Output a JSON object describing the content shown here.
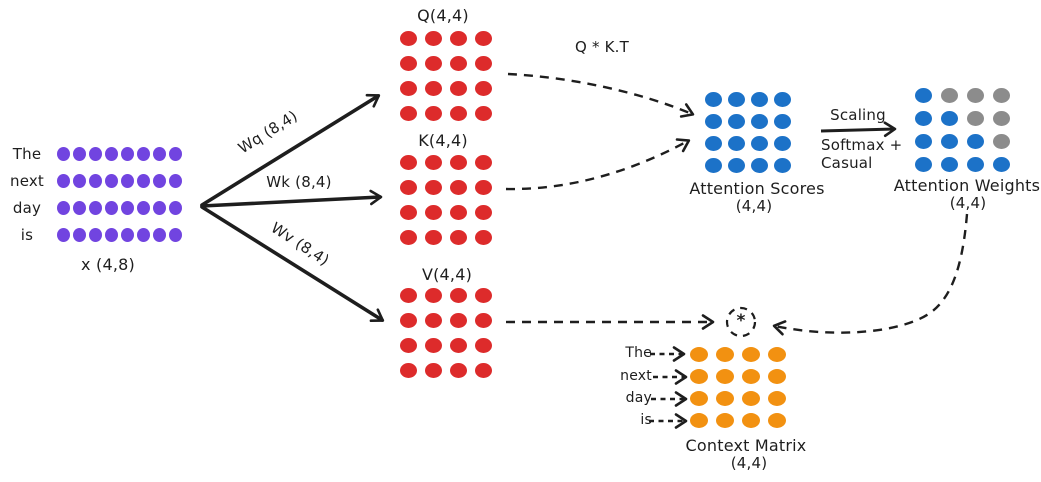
{
  "diagram": {
    "input": {
      "row_labels": [
        "The",
        "next",
        "day",
        "is"
      ],
      "caption": "x (4,8)",
      "rows": 4,
      "cols": 8,
      "color": "#7144E0"
    },
    "projections": {
      "wq_label": "Wq (8,4)",
      "wk_label": "Wk (8,4)",
      "wv_label": "Wv (8,4)"
    },
    "q_matrix": {
      "title": "Q(4,4)",
      "rows": 4,
      "cols": 4,
      "color": "#DD2B2B"
    },
    "k_matrix": {
      "title": "K(4,4)",
      "rows": 4,
      "cols": 4,
      "color": "#DD2B2B"
    },
    "v_matrix": {
      "title": "V(4,4)",
      "rows": 4,
      "cols": 4,
      "color": "#DD2B2B"
    },
    "qk_operation": "Q * K.T",
    "attention_scores": {
      "title": "Attention Scores",
      "shape": "(4,4)",
      "rows": 4,
      "cols": 4,
      "color": "#1C72C8"
    },
    "transform_arrow": {
      "top_label": "Scaling",
      "bottom_label_line1": "Softmax +",
      "bottom_label_line2": "Casual"
    },
    "attention_weights": {
      "title": "Attention Weights",
      "shape": "(4,4)",
      "palette": {
        "b": "#1C72C8",
        "g": "#8C8C8C"
      },
      "cells": [
        [
          "b",
          "g",
          "g",
          "g"
        ],
        [
          "b",
          "b",
          "g",
          "g"
        ],
        [
          "b",
          "b",
          "b",
          "g"
        ],
        [
          "b",
          "b",
          "b",
          "b"
        ]
      ]
    },
    "multiply_symbol": "*",
    "context_matrix": {
      "title": "Context Matrix",
      "shape": "(4,4)",
      "row_labels": [
        "The",
        "next",
        "day",
        "is"
      ],
      "rows": 4,
      "cols": 4,
      "color": "#F29111"
    }
  }
}
